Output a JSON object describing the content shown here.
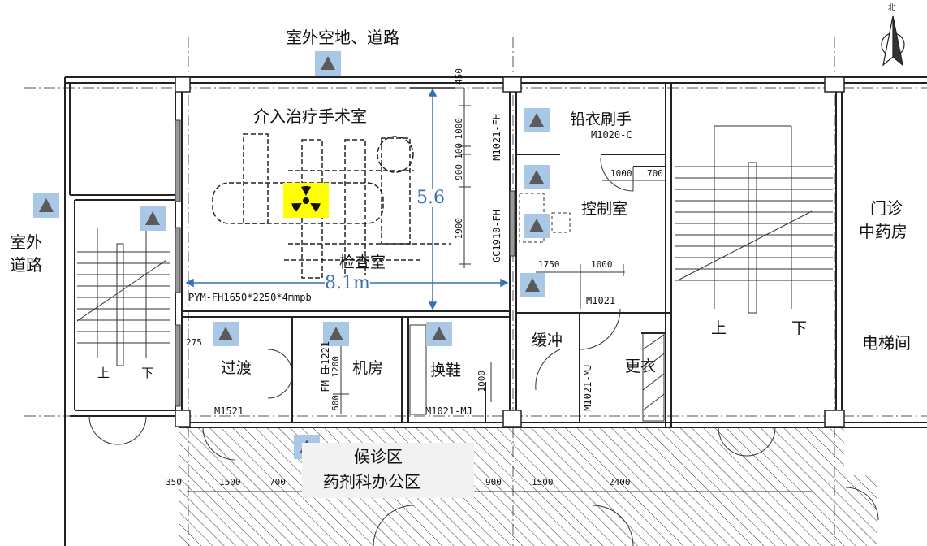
{
  "outdoor_top": "室外空地、道路",
  "outdoor_left": [
    "室外",
    "道路"
  ],
  "right_labels": {
    "outpatient": [
      "门诊",
      "中药房"
    ],
    "elevator": "电梯间"
  },
  "north_label": "北",
  "rooms": {
    "surgery": "介入治疗手术室",
    "exam": "检查室",
    "lead_coat": "铅衣刷手",
    "control": "控制室",
    "transition": "过渡",
    "machine_room": "机房",
    "shoe_change": "换鞋",
    "buffer": "缓冲",
    "changing": "更衣",
    "waiting": "候诊区",
    "pharmacy_office": "药剂科办公区"
  },
  "stairs": {
    "left_up": "上",
    "left_down": "下",
    "right_up": "上",
    "right_down": "下"
  },
  "dimensions": {
    "width_label": "8.1m",
    "depth_label": "5.6"
  },
  "door_codes": {
    "lead_door": "PYM-FH1650*2250*4mmpb",
    "m1020c": "M1020-C",
    "m1021fh_top": "M1021-FH",
    "gc1910": "GC1910-FH",
    "m1021": "M1021",
    "fm_jia": "FM 甲1221",
    "m1021mj_shoe": "M1021-MJ",
    "m1021mj_vert": "M1021-MJ",
    "m1521": "M1521"
  },
  "dim_numbers": {
    "d450": "450",
    "d1000a": "1000",
    "d100": "100",
    "d900": "900",
    "d1900": "1900",
    "d1750": "1750",
    "d1000b": "1000",
    "d1000c": "1000",
    "d700a": "700",
    "d275": "275",
    "d1200": "1200",
    "d600": "600",
    "d1000d": "1000",
    "d350": "350",
    "d1500a": "1500",
    "d700b": "700",
    "d900b": "900",
    "d1500b": "1500",
    "d2400": "2400"
  },
  "icons": {
    "marker": "triangle-marker-icon",
    "radiation": "radiation-trefoil-icon",
    "north": "north-arrow-icon"
  },
  "colors": {
    "marker_bg": "#a9c8e6",
    "marker_triangle": "#5a5a5a",
    "radiation_bg": "#ffff00",
    "dimension_blue": "#3a6fb5"
  }
}
